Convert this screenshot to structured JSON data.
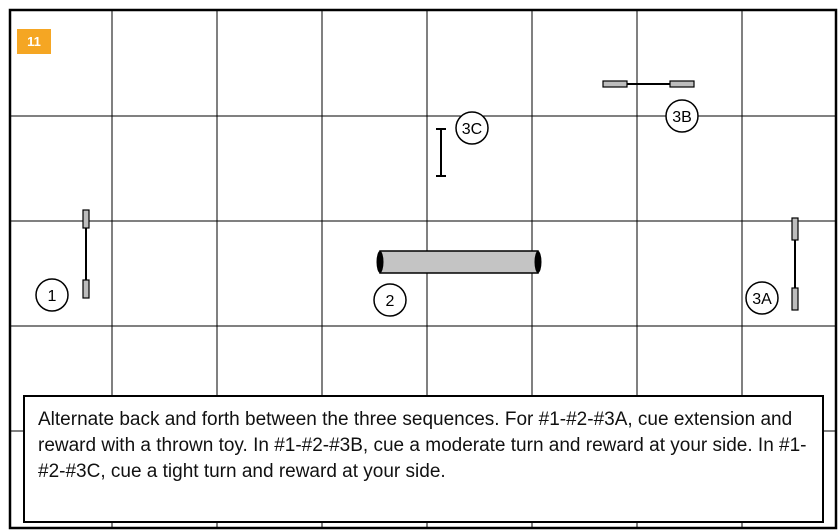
{
  "page_number": "11",
  "diagram": {
    "obstacle_labels": {
      "jump_1": "1",
      "tunnel_2": "2",
      "jump_3a": "3A",
      "jump_3b": "3B",
      "jump_3c": "3C"
    }
  },
  "caption": "Alternate back and forth between the three sequences. For #1-#2-#3A, cue extension and reward with a thrown toy. In #1-#2-#3B, cue a moderate turn and reward at your side.  In #1-#2-#3C, cue a tight turn and reward at your side.",
  "colors": {
    "badge": "#f5a623",
    "tunnel_fill": "#c4c4c4",
    "grid": "#000000"
  }
}
